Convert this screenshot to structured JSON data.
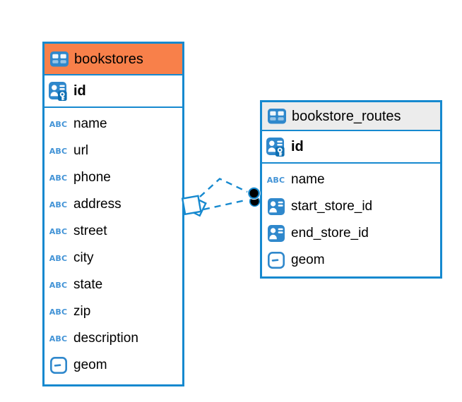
{
  "diagram": {
    "tables": [
      {
        "title": "bookstores",
        "header_color": "#F8804A",
        "columns": [
          {
            "name": "id",
            "type": "primary-key"
          },
          {
            "name": "name",
            "type": "text"
          },
          {
            "name": "url",
            "type": "text"
          },
          {
            "name": "phone",
            "type": "text"
          },
          {
            "name": "address",
            "type": "text"
          },
          {
            "name": "street",
            "type": "text"
          },
          {
            "name": "city",
            "type": "text"
          },
          {
            "name": "state",
            "type": "text"
          },
          {
            "name": "zip",
            "type": "text"
          },
          {
            "name": "description",
            "type": "text"
          },
          {
            "name": "geom",
            "type": "geometry"
          }
        ]
      },
      {
        "title": "bookstore_routes",
        "header_color": "#ECECEC",
        "columns": [
          {
            "name": "id",
            "type": "primary-key"
          },
          {
            "name": "name",
            "type": "text"
          },
          {
            "name": "start_store_id",
            "type": "reference"
          },
          {
            "name": "end_store_id",
            "type": "reference"
          },
          {
            "name": "geom",
            "type": "geometry"
          }
        ]
      }
    ],
    "relationships": [
      {
        "from_table": "bookstore_routes",
        "to_table": "bookstores",
        "line_style": "dashed",
        "bookstores_end_marker": "stacked-squares",
        "routes_end_marker": "black-dot"
      },
      {
        "from_table": "bookstore_routes",
        "to_table": "bookstores",
        "line_style": "dashed",
        "bookstores_end_marker": "stacked-squares",
        "routes_end_marker": "black-dot"
      }
    ]
  },
  "icons": {
    "text_glyph": "ABC",
    "table_icon": "table-grid",
    "primary_key_icon": "person-with-key",
    "reference_icon": "person-badge",
    "geometry_icon": "rounded-square-dash"
  },
  "colors": {
    "accent_blue": "#1689CF",
    "icon_blue": "#2F88CC",
    "key_badge_blue": "#0E6FB2",
    "header_orange": "#F8804A",
    "header_gray": "#ECECEC",
    "dot_black": "#000000",
    "background": "#FFFFFF",
    "text": "#000000"
  }
}
